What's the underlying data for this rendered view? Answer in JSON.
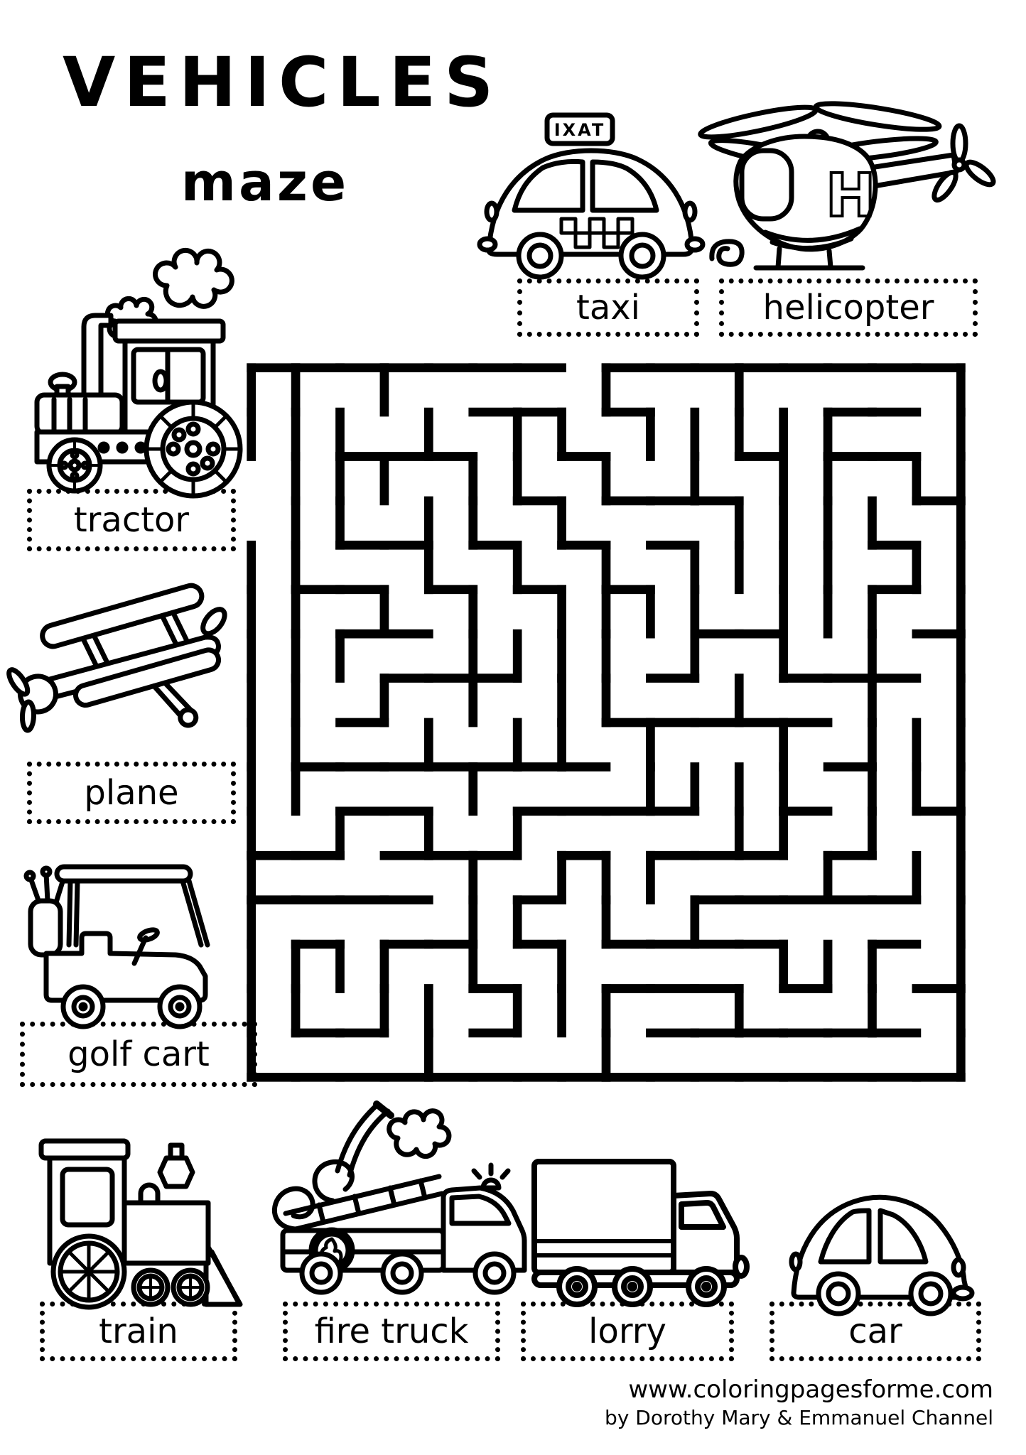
{
  "page": {
    "title": "VEHICLES",
    "subtitle": "maze"
  },
  "boxes": {
    "taxi": "taxi",
    "helicopter": "helicopter",
    "tractor": "tractor",
    "plane": "plane",
    "golf_cart": "golf cart",
    "train": "train",
    "fire_truck": "fire truck",
    "lorry": "lorry",
    "car": "car"
  },
  "decals": {
    "taxi_sign": "IXAT",
    "helicopter_mark": "H"
  },
  "maze": {
    "rows": 16,
    "cols": 16,
    "cell": 64,
    "wall_width": 13,
    "seed": 29,
    "color": "#000000",
    "openings": [
      {
        "side": "left",
        "row": 2
      },
      {
        "side": "left",
        "row": 3
      },
      {
        "side": "top",
        "col": 7
      }
    ]
  },
  "footer": {
    "website": "www.coloringpagesforme.com",
    "credit": "by Dorothy Mary & Emmanuel Channel"
  },
  "colors": {
    "ink": "#000000",
    "paper": "#ffffff"
  }
}
